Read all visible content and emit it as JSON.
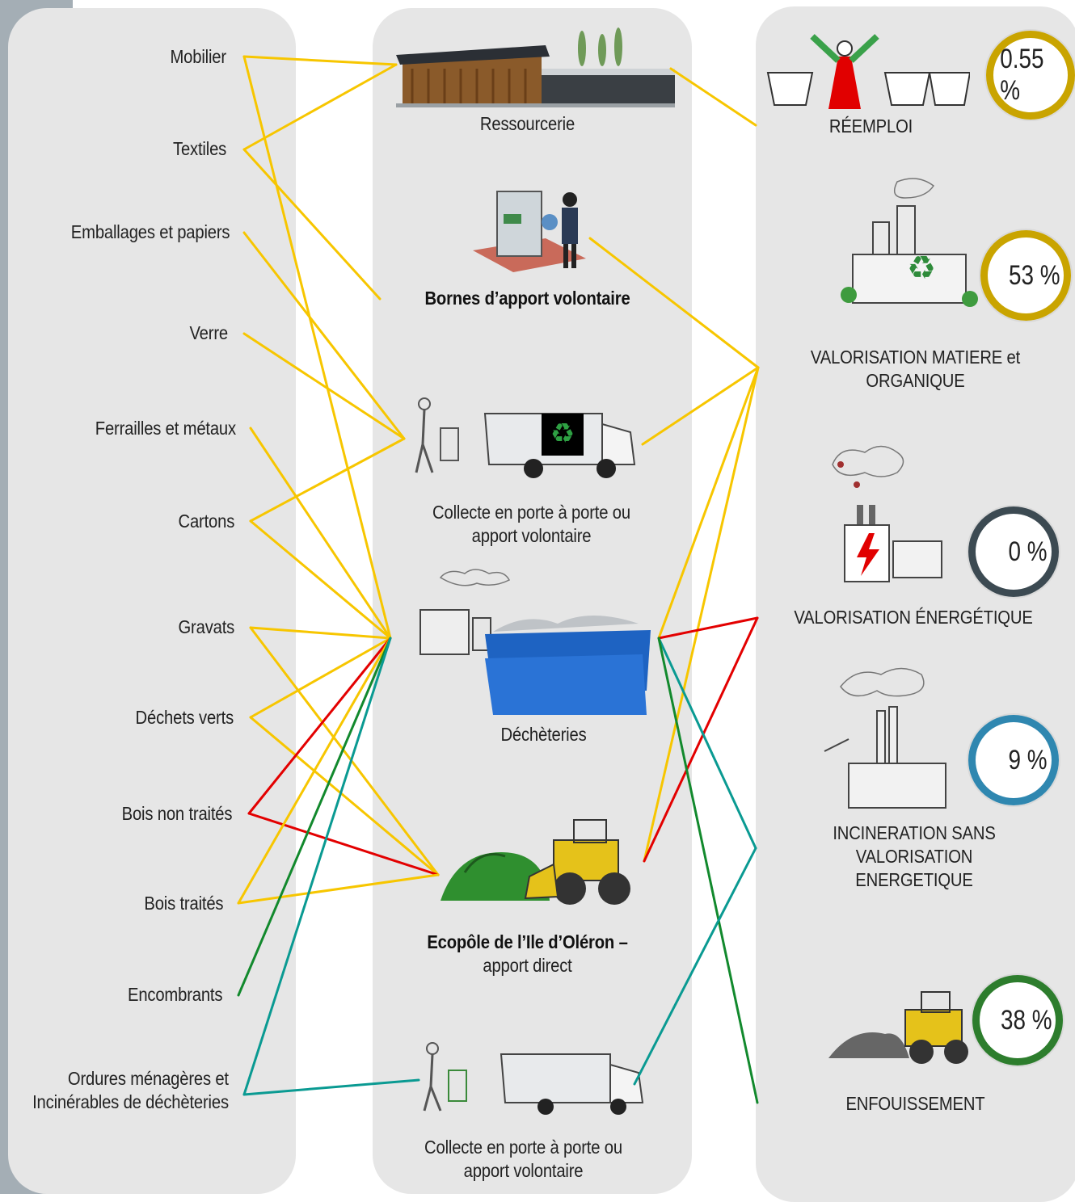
{
  "sources": [
    {
      "id": "mobilier",
      "label": "Mobilier"
    },
    {
      "id": "textiles",
      "label": "Textiles"
    },
    {
      "id": "emballages",
      "label": "Emballages et papiers"
    },
    {
      "id": "verre",
      "label": "Verre"
    },
    {
      "id": "ferrailles",
      "label": "Ferrailles et métaux"
    },
    {
      "id": "cartons",
      "label": "Cartons"
    },
    {
      "id": "gravats",
      "label": "Gravats"
    },
    {
      "id": "dechets-verts",
      "label": "Déchets verts"
    },
    {
      "id": "bois-non-traites",
      "label": "Bois non traités"
    },
    {
      "id": "bois-traites",
      "label": "Bois traités"
    },
    {
      "id": "encombrants",
      "label": "Encombrants"
    },
    {
      "id": "ordures",
      "label_line1": "Ordures ménagères et",
      "label_line2": "Incinérables de déchèteries"
    }
  ],
  "channels": [
    {
      "id": "ressourcerie",
      "label": "Ressourcerie"
    },
    {
      "id": "bornes",
      "label": "Bornes d’apport volontaire"
    },
    {
      "id": "collecte-1",
      "label_line1": "Collecte en porte à porte ou",
      "label_line2": "apport volontaire"
    },
    {
      "id": "decheteries",
      "label": "Déchèteries"
    },
    {
      "id": "ecopole",
      "label_bold": "Ecopôle de l’Ile d’Oléron –",
      "label_line2": "apport direct"
    },
    {
      "id": "collecte-2",
      "label_line1": "Collecte en porte à porte ou",
      "label_line2": "apport volontaire"
    }
  ],
  "outcomes": [
    {
      "id": "reemploi",
      "label": "RÉEMPLOI",
      "percent": "0.55 %",
      "ring_color": "#c9a400"
    },
    {
      "id": "valorisation-matiere",
      "label_line1": "VALORISATION MATIERE et",
      "label_line2": "ORGANIQUE",
      "percent": "53 %",
      "ring_color": "#c9a400"
    },
    {
      "id": "valorisation-energetique",
      "label": "VALORISATION ÉNERGÉTIQUE",
      "percent": "0 %",
      "ring_color": "#3c4a52"
    },
    {
      "id": "incineration",
      "label_line1": "INCINERATION SANS VALORISATION",
      "label_line2": "ENERGETIQUE",
      "percent": "9 %",
      "ring_color": "#2f87b0"
    },
    {
      "id": "enfouissement",
      "label": "ENFOUISSEMENT",
      "percent": "38 %",
      "ring_color": "#2d7d2d"
    }
  ],
  "link_colors": {
    "yellow": "#f7c600",
    "red": "#e30000",
    "green": "#12892d",
    "teal": "#0a9a92"
  },
  "links": [
    {
      "from": "mobilier",
      "to": "ressourcerie",
      "color": "yellow"
    },
    {
      "from": "mobilier",
      "to": "decheteries",
      "color": "yellow"
    },
    {
      "from": "textiles",
      "to": "ressourcerie",
      "color": "yellow"
    },
    {
      "from": "textiles",
      "to": "bornes",
      "color": "yellow"
    },
    {
      "from": "emballages",
      "to": "collecte-1",
      "color": "yellow"
    },
    {
      "from": "verre",
      "to": "collecte-1",
      "color": "yellow"
    },
    {
      "from": "ferrailles",
      "to": "decheteries",
      "color": "yellow"
    },
    {
      "from": "cartons",
      "to": "collecte-1",
      "color": "yellow"
    },
    {
      "from": "cartons",
      "to": "decheteries",
      "color": "yellow"
    },
    {
      "from": "gravats",
      "to": "decheteries",
      "color": "yellow"
    },
    {
      "from": "gravats",
      "to": "ecopole",
      "color": "yellow"
    },
    {
      "from": "dechets-verts",
      "to": "decheteries",
      "color": "yellow"
    },
    {
      "from": "dechets-verts",
      "to": "ecopole",
      "color": "yellow"
    },
    {
      "from": "bois-non-traites",
      "to": "decheteries",
      "color": "red"
    },
    {
      "from": "bois-non-traites",
      "to": "ecopole",
      "color": "red"
    },
    {
      "from": "bois-traites",
      "to": "decheteries",
      "color": "yellow"
    },
    {
      "from": "bois-traites",
      "to": "ecopole",
      "color": "yellow"
    },
    {
      "from": "encombrants",
      "to": "decheteries",
      "color": "green"
    },
    {
      "from": "ordures",
      "to": "decheteries",
      "color": "teal"
    },
    {
      "from": "ordures",
      "to": "collecte-2",
      "color": "teal"
    },
    {
      "from": "ressourcerie",
      "to": "reemploi",
      "color": "yellow"
    },
    {
      "from": "bornes",
      "to": "valorisation-matiere",
      "color": "yellow"
    },
    {
      "from": "collecte-1",
      "to": "valorisation-matiere",
      "color": "yellow"
    },
    {
      "from": "decheteries",
      "to": "valorisation-matiere",
      "color": "yellow"
    },
    {
      "from": "ecopole",
      "to": "valorisation-matiere",
      "color": "yellow"
    },
    {
      "from": "decheteries",
      "to": "valorisation-energetique",
      "color": "red"
    },
    {
      "from": "ecopole",
      "to": "valorisation-energetique",
      "color": "red"
    },
    {
      "from": "decheteries",
      "to": "incineration",
      "color": "teal"
    },
    {
      "from": "decheteries",
      "to": "enfouissement",
      "color": "green"
    },
    {
      "from": "collecte-2",
      "to": "incineration",
      "color": "teal"
    }
  ]
}
